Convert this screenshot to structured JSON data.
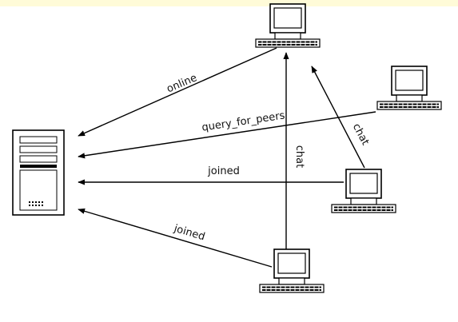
{
  "diagram": {
    "nodes": [
      {
        "id": "server",
        "kind": "server-tower"
      },
      {
        "id": "pc-top",
        "kind": "desktop-pc"
      },
      {
        "id": "pc-right",
        "kind": "desktop-pc"
      },
      {
        "id": "pc-middle-right",
        "kind": "desktop-pc"
      },
      {
        "id": "pc-bottom",
        "kind": "desktop-pc"
      }
    ],
    "edges": [
      {
        "from": "pc-top",
        "to": "server",
        "label": "online"
      },
      {
        "from": "pc-right",
        "to": "server",
        "label": "query_for_peers"
      },
      {
        "from": "pc-middle-right",
        "to": "server",
        "label": "joined"
      },
      {
        "from": "pc-bottom",
        "to": "server",
        "label": "joined"
      },
      {
        "from": "pc-bottom",
        "to": "pc-top",
        "label": "chat"
      },
      {
        "from": "pc-middle-right",
        "to": "pc-top",
        "label": "chat"
      }
    ],
    "colors": {
      "background": "#ffffff",
      "top_band": "#fffbd8",
      "ink": "#000000"
    }
  }
}
